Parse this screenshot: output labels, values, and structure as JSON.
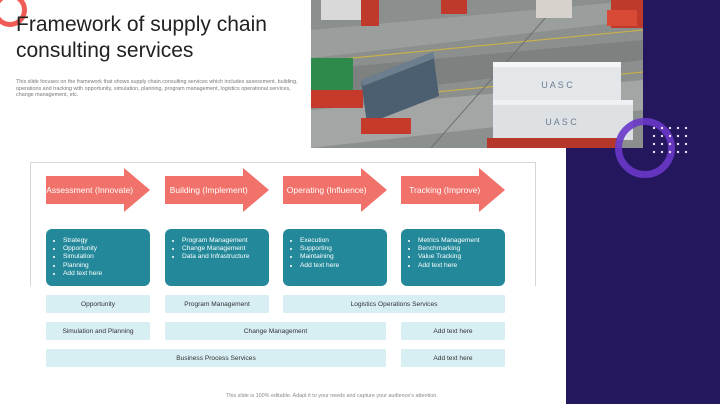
{
  "slide": {
    "title": "Framework of supply chain consulting services",
    "description": "This slide focuses on the framework that shows supply chain consulting services which includes assessment, building, operations and tracking with opportunity, simulation, planning, program management, logistics operational services, change management, etc.",
    "footer": "This slide is 100% editable. Adapt it to your needs and capture your audience's attention."
  },
  "photo": {
    "container_text_1": "U A S C",
    "container_text_2": "U A S C"
  },
  "colors": {
    "arrow": "#f0726a",
    "teal": "#23899a",
    "light": "#d7eef3",
    "navy": "#25175e",
    "accent_red": "#ef5c57",
    "accent_purple": "#6a39c9"
  },
  "stages": [
    {
      "label": "Assessment (Innovate)",
      "items": [
        "Strategy",
        "Opportunity",
        "Simulation",
        "Planning",
        "Add text here"
      ]
    },
    {
      "label": "Building (Implement)",
      "items": [
        "Program Management",
        "Change Management",
        "Data and Infrastructure"
      ]
    },
    {
      "label": "Operating (Influence)",
      "items": [
        "Execution",
        "Supporting",
        "Maintaining",
        "Add text here"
      ]
    },
    {
      "label": "Tracking (Improve)",
      "items": [
        "Metrics Management",
        "Benchmarking",
        "Value Tracking",
        "Add text here"
      ]
    }
  ],
  "services": {
    "opportunity": "Opportunity",
    "program_management": "Program Management",
    "logistics": "Logistics Operations  Services",
    "simulation_planning": "Simulation and Planning",
    "change_management": "Change Management",
    "add_text_1": "Add text here",
    "business_process": "Business Process Services",
    "add_text_2": "Add text here"
  }
}
